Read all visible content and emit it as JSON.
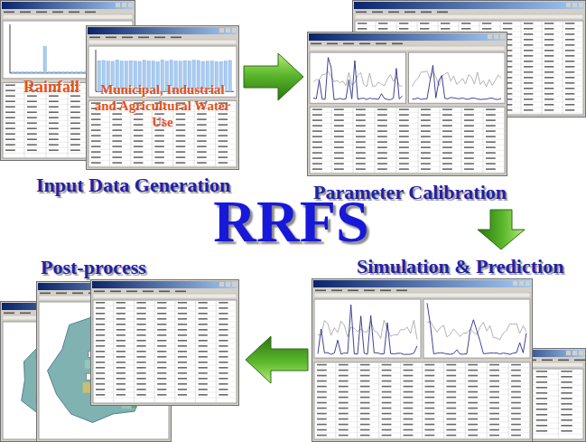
{
  "diagram": {
    "title": "RRFS",
    "nodes": [
      {
        "text": [
          "Input Data Generation"
        ]
      },
      {
        "text": [
          "Rainfall"
        ],
        "in": 0
      },
      {
        "text": [
          "Municipal, Industrial and Agricultural Water Use"
        ],
        "in": 0
      },
      {
        "text": [
          "Parameter Calibration"
        ]
      },
      {
        "text": [
          "Simulation & Prediction"
        ]
      },
      {
        "text": [
          "Post-process"
        ]
      }
    ],
    "edges": [
      {
        "from": 0,
        "to": 3,
        "arrow": "to"
      },
      {
        "from": 3,
        "to": 4,
        "arrow": "to"
      },
      {
        "from": 4,
        "to": 5,
        "arrow": "to"
      }
    ]
  }
}
